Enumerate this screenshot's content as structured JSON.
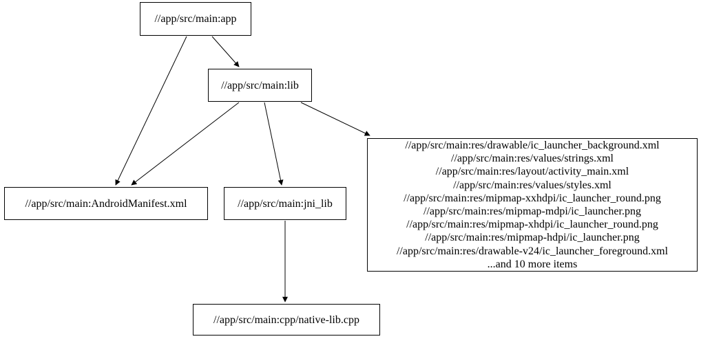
{
  "diagram": {
    "type": "directed-graph",
    "background_color": "#ffffff",
    "node_fill_color": "#ffffff",
    "node_border_color": "#000000",
    "edge_color": "#000000",
    "text_color": "#000000"
  },
  "nodes": {
    "app": {
      "label": "//app/src/main:app"
    },
    "lib": {
      "label": "//app/src/main:lib"
    },
    "android_manifest": {
      "label": "//app/src/main:AndroidManifest.xml"
    },
    "jni_lib": {
      "label": "//app/src/main:jni_lib"
    },
    "res_group": {
      "lines": [
        "//app/src/main:res/drawable/ic_launcher_background.xml",
        "//app/src/main:res/values/strings.xml",
        "//app/src/main:res/layout/activity_main.xml",
        "//app/src/main:res/values/styles.xml",
        "//app/src/main:res/mipmap-xxhdpi/ic_launcher_round.png",
        "//app/src/main:res/mipmap-mdpi/ic_launcher.png",
        "//app/src/main:res/mipmap-xhdpi/ic_launcher_round.png",
        "//app/src/main:res/mipmap-hdpi/ic_launcher.png",
        "//app/src/main:res/drawable-v24/ic_launcher_foreground.xml",
        "...and 10 more items"
      ]
    },
    "native_lib_cpp": {
      "label": "//app/src/main:cpp/native-lib.cpp"
    }
  },
  "edges": [
    {
      "from": "app",
      "to": "android_manifest"
    },
    {
      "from": "app",
      "to": "lib"
    },
    {
      "from": "lib",
      "to": "android_manifest"
    },
    {
      "from": "lib",
      "to": "jni_lib"
    },
    {
      "from": "lib",
      "to": "res_group"
    },
    {
      "from": "jni_lib",
      "to": "native_lib_cpp"
    }
  ]
}
